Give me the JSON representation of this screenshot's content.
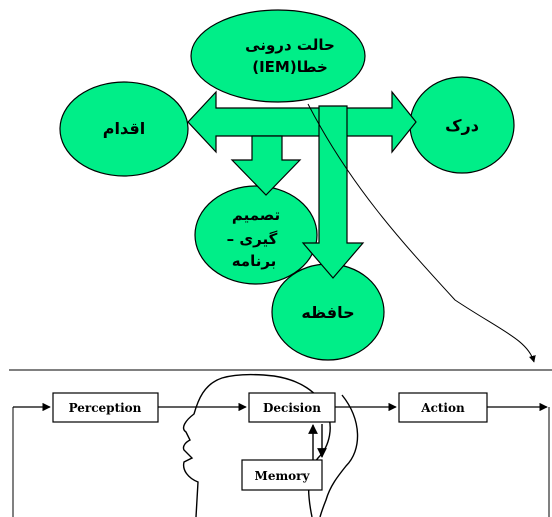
{
  "colors": {
    "node_fill": "#00ee88",
    "arrow_fill": "#00ee88",
    "outline": "#000000",
    "background": "#ffffff"
  },
  "top_diagram": {
    "center_node": {
      "line1": "حالت درونی",
      "line2": "خطا(IEM)"
    },
    "left_node": "اقدام",
    "right_node": "درک",
    "decision_node": {
      "line1": "تصمیم",
      "line2": "گیری –",
      "line3": "برنامه"
    },
    "memory_node": "حافظه"
  },
  "bottom_diagram": {
    "perception_label": "Perception",
    "decision_label": "Decision",
    "action_label": "Action",
    "memory_label": "Memory",
    "head_icon": "head-silhouette-icon"
  }
}
